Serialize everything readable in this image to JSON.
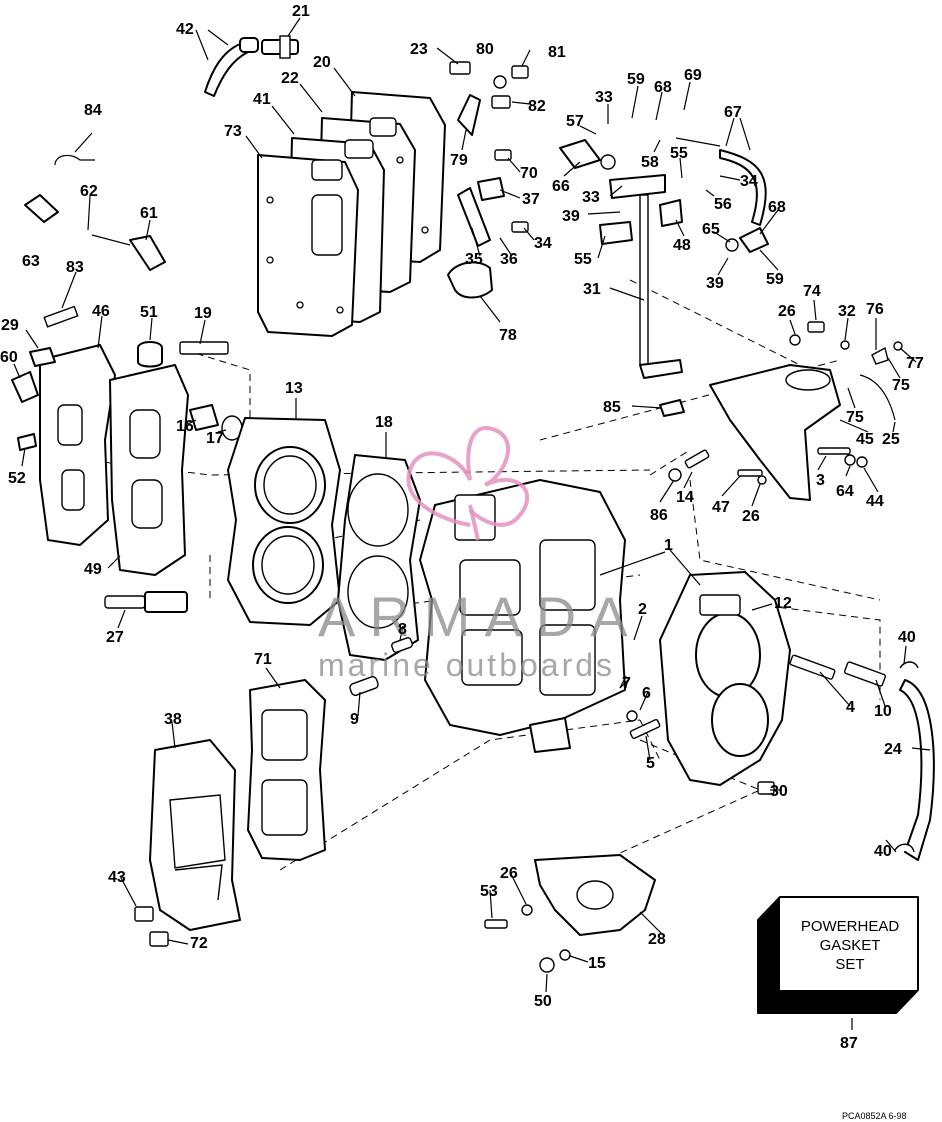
{
  "watermark": {
    "brand": "ARMADA",
    "tagline": "marine outboards",
    "logo_color": "#e58fc0"
  },
  "gasket_set": {
    "line1": "POWERHEAD",
    "line2": "GASKET",
    "line3": "SET",
    "callout": "87"
  },
  "footer": {
    "code": "PCA0852A  6-98"
  },
  "callouts": [
    {
      "id": "42",
      "label": "42"
    },
    {
      "id": "21",
      "label": "21"
    },
    {
      "id": "20",
      "label": "20"
    },
    {
      "id": "22",
      "label": "22"
    },
    {
      "id": "41",
      "label": "41"
    },
    {
      "id": "73",
      "label": "73"
    },
    {
      "id": "23",
      "label": "23"
    },
    {
      "id": "80",
      "label": "80"
    },
    {
      "id": "81",
      "label": "81"
    },
    {
      "id": "82",
      "label": "82"
    },
    {
      "id": "79",
      "label": "79"
    },
    {
      "id": "84",
      "label": "84"
    },
    {
      "id": "62",
      "label": "62"
    },
    {
      "id": "61",
      "label": "61"
    },
    {
      "id": "63",
      "label": "63"
    },
    {
      "id": "83",
      "label": "83"
    },
    {
      "id": "70",
      "label": "70"
    },
    {
      "id": "37",
      "label": "37"
    },
    {
      "id": "34a",
      "label": "34"
    },
    {
      "id": "36",
      "label": "36"
    },
    {
      "id": "35",
      "label": "35"
    },
    {
      "id": "78",
      "label": "78"
    },
    {
      "id": "59a",
      "label": "59"
    },
    {
      "id": "68a",
      "label": "68"
    },
    {
      "id": "69",
      "label": "69"
    },
    {
      "id": "33a",
      "label": "33"
    },
    {
      "id": "57",
      "label": "57"
    },
    {
      "id": "67",
      "label": "67"
    },
    {
      "id": "58",
      "label": "58"
    },
    {
      "id": "55a",
      "label": "55"
    },
    {
      "id": "34b",
      "label": "34"
    },
    {
      "id": "66",
      "label": "66"
    },
    {
      "id": "33b",
      "label": "33"
    },
    {
      "id": "56",
      "label": "56"
    },
    {
      "id": "68b",
      "label": "68"
    },
    {
      "id": "39a",
      "label": "39"
    },
    {
      "id": "48",
      "label": "48"
    },
    {
      "id": "65",
      "label": "65"
    },
    {
      "id": "55b",
      "label": "55"
    },
    {
      "id": "59b",
      "label": "59"
    },
    {
      "id": "39b",
      "label": "39"
    },
    {
      "id": "31",
      "label": "31"
    },
    {
      "id": "29",
      "label": "29"
    },
    {
      "id": "46",
      "label": "46"
    },
    {
      "id": "51",
      "label": "51"
    },
    {
      "id": "19",
      "label": "19"
    },
    {
      "id": "60",
      "label": "60"
    },
    {
      "id": "26a",
      "label": "26"
    },
    {
      "id": "74",
      "label": "74"
    },
    {
      "id": "32",
      "label": "32"
    },
    {
      "id": "76",
      "label": "76"
    },
    {
      "id": "77",
      "label": "77"
    },
    {
      "id": "75a",
      "label": "75"
    },
    {
      "id": "85",
      "label": "85"
    },
    {
      "id": "75b",
      "label": "75"
    },
    {
      "id": "45",
      "label": "45"
    },
    {
      "id": "13",
      "label": "13"
    },
    {
      "id": "18",
      "label": "18"
    },
    {
      "id": "16",
      "label": "16"
    },
    {
      "id": "17",
      "label": "17"
    },
    {
      "id": "52",
      "label": "52"
    },
    {
      "id": "25",
      "label": "25"
    },
    {
      "id": "3",
      "label": "3"
    },
    {
      "id": "64",
      "label": "64"
    },
    {
      "id": "44",
      "label": "44"
    },
    {
      "id": "14",
      "label": "14"
    },
    {
      "id": "47",
      "label": "47"
    },
    {
      "id": "86",
      "label": "86"
    },
    {
      "id": "26b",
      "label": "26"
    },
    {
      "id": "49",
      "label": "49"
    },
    {
      "id": "1",
      "label": "1"
    },
    {
      "id": "12",
      "label": "12"
    },
    {
      "id": "2",
      "label": "2"
    },
    {
      "id": "27",
      "label": "27"
    },
    {
      "id": "8",
      "label": "8"
    },
    {
      "id": "40a",
      "label": "40"
    },
    {
      "id": "71",
      "label": "71"
    },
    {
      "id": "6",
      "label": "6"
    },
    {
      "id": "4",
      "label": "4"
    },
    {
      "id": "10",
      "label": "10"
    },
    {
      "id": "9",
      "label": "9"
    },
    {
      "id": "7",
      "label": "7"
    },
    {
      "id": "38",
      "label": "38"
    },
    {
      "id": "24",
      "label": "24"
    },
    {
      "id": "5",
      "label": "5"
    },
    {
      "id": "30",
      "label": "30"
    },
    {
      "id": "40b",
      "label": "40"
    },
    {
      "id": "43",
      "label": "43"
    },
    {
      "id": "26c",
      "label": "26"
    },
    {
      "id": "53",
      "label": "53"
    },
    {
      "id": "28",
      "label": "28"
    },
    {
      "id": "72",
      "label": "72"
    },
    {
      "id": "15",
      "label": "15"
    },
    {
      "id": "50",
      "label": "50"
    }
  ]
}
